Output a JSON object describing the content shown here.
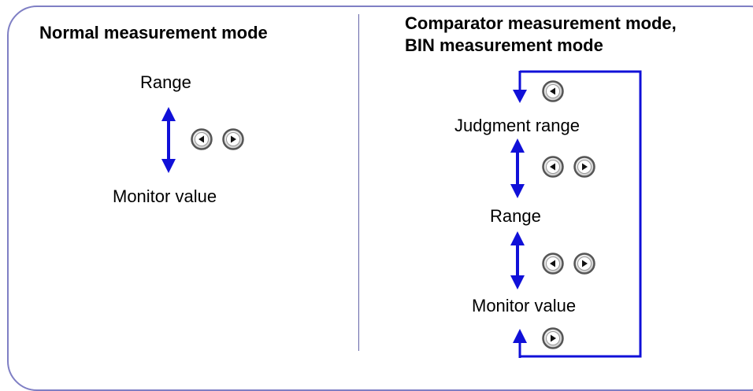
{
  "left_panel": {
    "title": "Normal measurement mode",
    "top_label": "Range",
    "bottom_label": "Monitor value"
  },
  "right_panel": {
    "title_line1": "Comparator measurement mode,",
    "title_line2": "BIN measurement mode",
    "label1": "Judgment range",
    "label2": "Range",
    "label3": "Monitor value"
  },
  "icons": {
    "left_key": "left-arrow-key-icon",
    "right_key": "right-arrow-key-icon"
  },
  "colors": {
    "arrow": "#1010d8",
    "frame": "#7f7fc4",
    "divider": "#6666a8"
  }
}
